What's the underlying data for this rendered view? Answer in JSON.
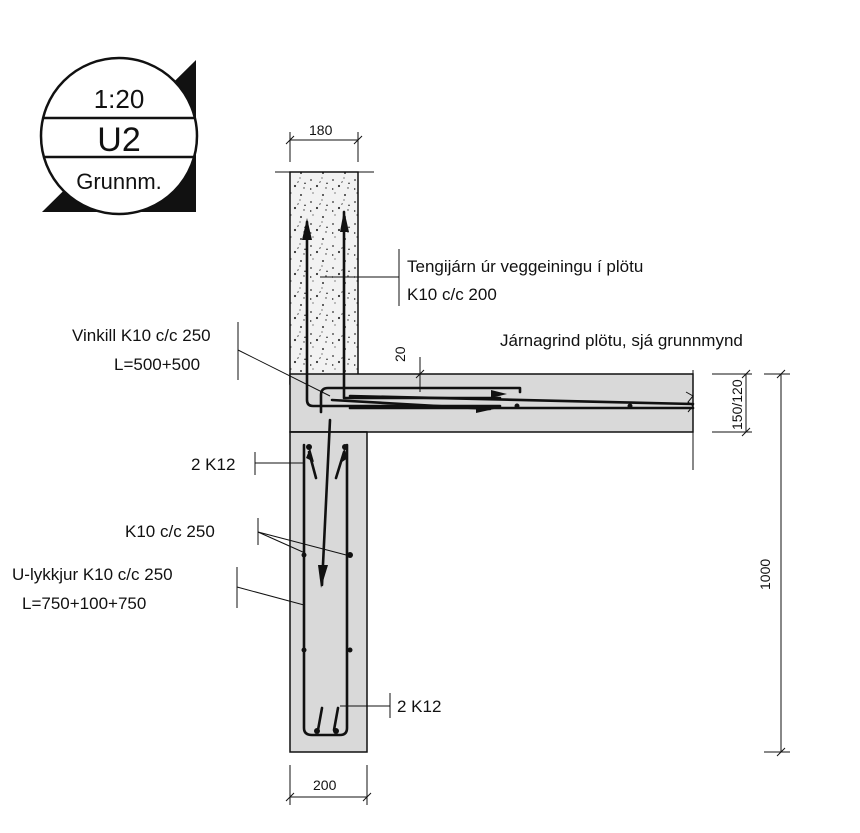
{
  "title_block": {
    "scale": "1:20",
    "detail_id": "U2",
    "subtitle": "Grunnm."
  },
  "dimensions": {
    "wall_width": "180",
    "cover": "20",
    "slab_thickness": "150/120",
    "beam_height": "1000",
    "beam_width": "200"
  },
  "labels": {
    "connector_line1": "Tengijárn úr veggeiningu í plötu",
    "connector_line2": "K10 c/c 200",
    "slab_mesh": "Járnagrind plötu, sjá grunnmynd",
    "angle_line1": "Vinkill K10 c/c 250",
    "angle_line2": "L=500+500",
    "top_bars": "2 K12",
    "side_bars": "K10 c/c 250",
    "u_line1": "U-lykkjur K10 c/c 250",
    "u_line2": "L=750+100+750",
    "bottom_bars": "2 K12"
  },
  "colors": {
    "concrete": "#d9d9d9",
    "precast": "#f2f2f2",
    "line": "#111111"
  }
}
